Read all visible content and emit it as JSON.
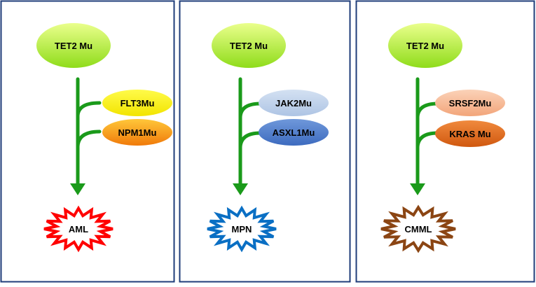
{
  "panels": [
    {
      "root": {
        "label": "TET2 Mu"
      },
      "mutations": [
        {
          "label": "FLT3Mu",
          "color": "yellow"
        },
        {
          "label": "NPM1Mu",
          "color": "orange"
        }
      ],
      "outcome": {
        "label": "AML",
        "color": "#ff0000"
      }
    },
    {
      "root": {
        "label": "TET2 Mu"
      },
      "mutations": [
        {
          "label": "JAK2Mu",
          "color": "lightblue"
        },
        {
          "label": "ASXL1Mu",
          "color": "blue"
        }
      ],
      "outcome": {
        "label": "MPN",
        "color": "#0a6fc4"
      }
    },
    {
      "root": {
        "label": "TET2 Mu"
      },
      "mutations": [
        {
          "label": "SRSF2Mu",
          "color": "peach"
        },
        {
          "label": "KRAS Mu",
          "color": "darkorange"
        }
      ],
      "outcome": {
        "label": "CMML",
        "color": "#8b4513"
      }
    }
  ]
}
